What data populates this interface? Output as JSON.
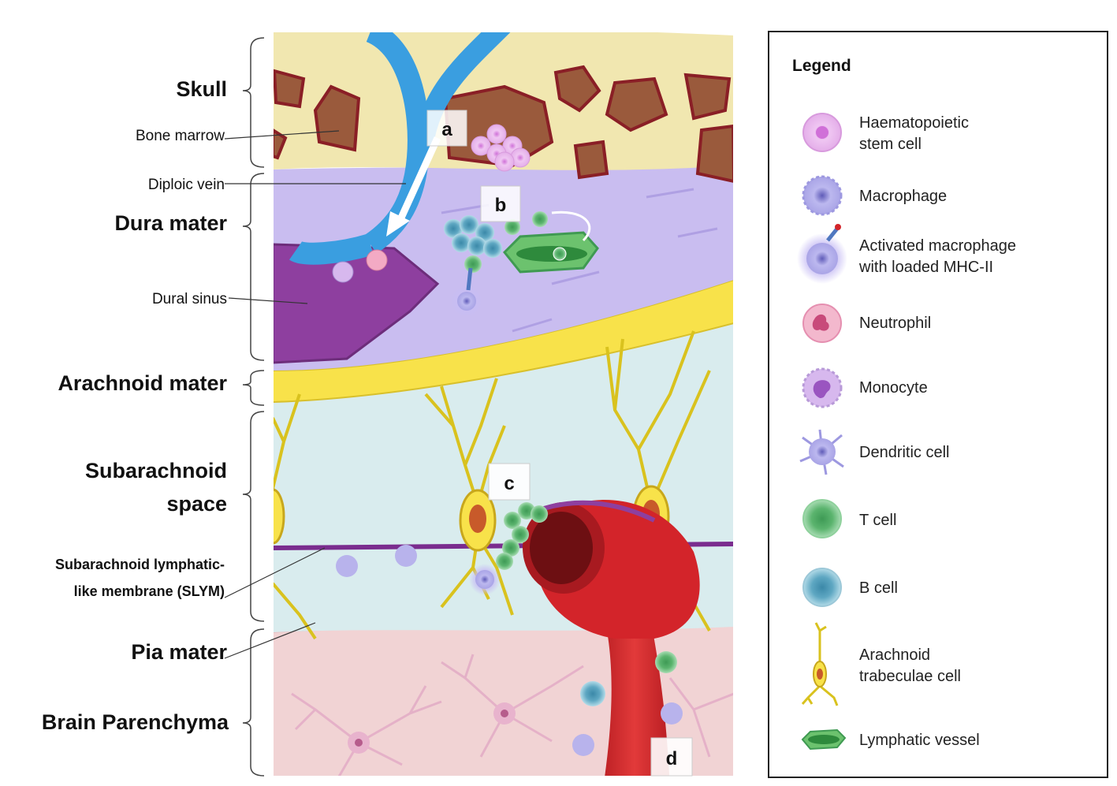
{
  "layers": {
    "skull": "Skull",
    "dura": "Dura mater",
    "arachnoid": "Arachnoid mater",
    "subarachnoid_1": "Subarachnoid",
    "subarachnoid_2": "space",
    "slym_1": "Subarachnoid lymphatic-",
    "slym_2": "like membrane (SLYM)",
    "pia": "Pia mater",
    "parenchyma": "Brain Parenchyma"
  },
  "structures": {
    "bone_marrow": "Bone marrow",
    "diploic_vein": "Diploic vein",
    "dural_sinus": "Dural sinus"
  },
  "markers": [
    "a",
    "b",
    "c",
    "d"
  ],
  "legend": {
    "title": "Legend",
    "items": [
      {
        "icon": "haematopoietic-stem-cell-icon",
        "lines": [
          "Haematopoietic",
          "stem cell"
        ]
      },
      {
        "icon": "macrophage-icon",
        "lines": [
          "Macrophage"
        ]
      },
      {
        "icon": "activated-macrophage-icon",
        "lines": [
          "Activated macrophage",
          "with loaded MHC-II"
        ]
      },
      {
        "icon": "neutrophil-icon",
        "lines": [
          "Neutrophil"
        ]
      },
      {
        "icon": "monocyte-icon",
        "lines": [
          "Monocyte"
        ]
      },
      {
        "icon": "dendritic-cell-icon",
        "lines": [
          "Dendritic cell"
        ]
      },
      {
        "icon": "t-cell-icon",
        "lines": [
          "T cell"
        ]
      },
      {
        "icon": "b-cell-icon",
        "lines": [
          "B cell"
        ]
      },
      {
        "icon": "arachnoid-trabeculae-cell-icon",
        "lines": [
          "Arachnoid",
          "trabeculae cell"
        ]
      },
      {
        "icon": "lymphatic-vessel-icon",
        "lines": [
          "Lymphatic vessel"
        ]
      }
    ]
  },
  "colors": {
    "skull": "#f1e7b0",
    "bone_fragment": "#9a5a3c",
    "bone_outline": "#8a1f26",
    "vein": "#3a9ee0",
    "dura": "#c9bdf0",
    "sinus": "#8e3f9f",
    "arachnoid": "#f8e24a",
    "subarachnoid": "#d9ecee",
    "slym": "#7a2c8e",
    "pia": "#f0d0d2",
    "artery": "#d3242a",
    "lymphatic": "#6cc26e",
    "t_cell": "#8fd19c",
    "b_cell": "#9cc8d8",
    "hsc": "#e6b8ea"
  }
}
